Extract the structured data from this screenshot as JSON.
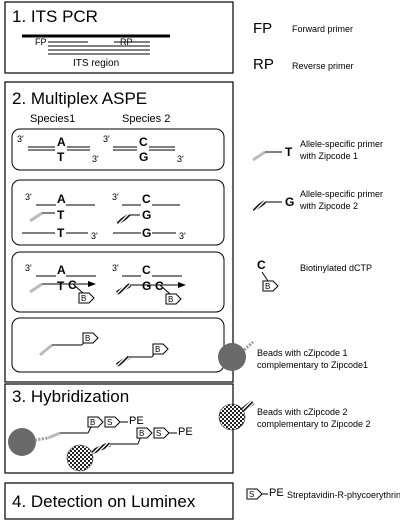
{
  "steps": {
    "s1": "1. ITS PCR",
    "s2": "2. Multiplex ASPE",
    "s3": "3. Hybridization",
    "s4": "4. Detection on Luminex"
  },
  "its": {
    "fp": "FP",
    "rp": "RP",
    "region": "ITS region"
  },
  "aspe": {
    "species1": "Species1",
    "species2": "Species 2",
    "five_prime": "3'",
    "three_prime": "3'",
    "A": "A",
    "T": "T",
    "C": "C",
    "G": "G",
    "B": "B"
  },
  "hyb": {
    "B": "B",
    "S": "S",
    "PE": "PE"
  },
  "legend": {
    "fp_abbr": "FP",
    "fp_desc": "Forward primer",
    "rp_abbr": "RP",
    "rp_desc": "Reverse primer",
    "asp1_base": "T",
    "asp1_l1": "Allele-specific primer",
    "asp1_l2": "with Zipcode 1",
    "asp2_base": "G",
    "asp2_l1": "Allele-specific primer",
    "asp2_l2": "with Zipcode 2",
    "dctp_c": "C",
    "dctp_b": "B",
    "dctp_desc": "Biotinylated dCTP",
    "bead1_l1": "Beads with cZipcode 1",
    "bead1_l2": "complementary to Zipcode1",
    "bead2_l1": "Beads with cZipcode 2",
    "bead2_l2": "complementary to Zipcode 2",
    "sa_s": "S",
    "sa_pe": "PE",
    "sa_desc": "Streptavidin-R-phycoerythrin"
  }
}
